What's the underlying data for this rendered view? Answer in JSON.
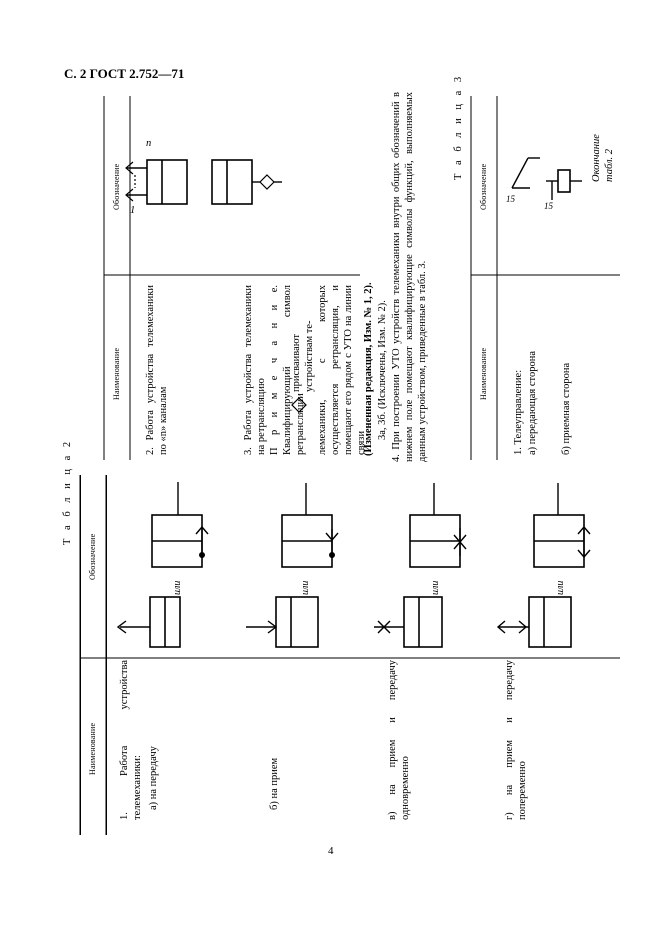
{
  "header": "С. 2 ГОСТ 2.752—71",
  "page_number": "4",
  "table2": {
    "title": "Т а б л и ц а   2",
    "col_name": "Наименование",
    "col_symbol": "Обозначение",
    "or_label": "или",
    "rows": [
      {
        "name": "1. Работа устройства телемеханики:",
        "sub": "а) на передачу"
      },
      {
        "name": "б) на прием"
      },
      {
        "name": "в) на прием и передачу одновременно"
      },
      {
        "name": "г) на прием и передачу попеременно"
      }
    ]
  },
  "table2_end": {
    "title": "Окончание табл. 2",
    "col_name": "Наименование",
    "col_symbol": "Обозначение",
    "row2": "2. Работа устройства телемеханики по «n» каналам",
    "row2_n": "n",
    "row2_one": "1",
    "row3": "3. Работа устройства телемеханики на ретрансляцию",
    "note_1": "П р и м е ч а н и е. Квалифицирующий символ ретрансляции",
    "note_2": "присваивают устройствам те-",
    "note_3": "лемеханики, с которых осуществляется ретрансляция, и помещают его рядом с УТО на линии связи"
  },
  "body_text": {
    "p1": "(Измененная редакция, Изм. № 1, 2).",
    "p2": "3а, 3б. (Исключены, Изм. № 2).",
    "p3": "4. При построении УТО устройств телемеханики внутри общих обозначений в нижнем поле помещают квалифицирующие символы функций, выполняемых данным устройством, приведенные в табл. 3."
  },
  "table3": {
    "title": "Т а б л и ц а   3",
    "col_name": "Наименование",
    "col_symbol": "Обозначение",
    "row1": "1. Телеуправление:",
    "row1a": "а) передающая сторона",
    "row1b": "б) приемная сторона",
    "code": "15"
  }
}
